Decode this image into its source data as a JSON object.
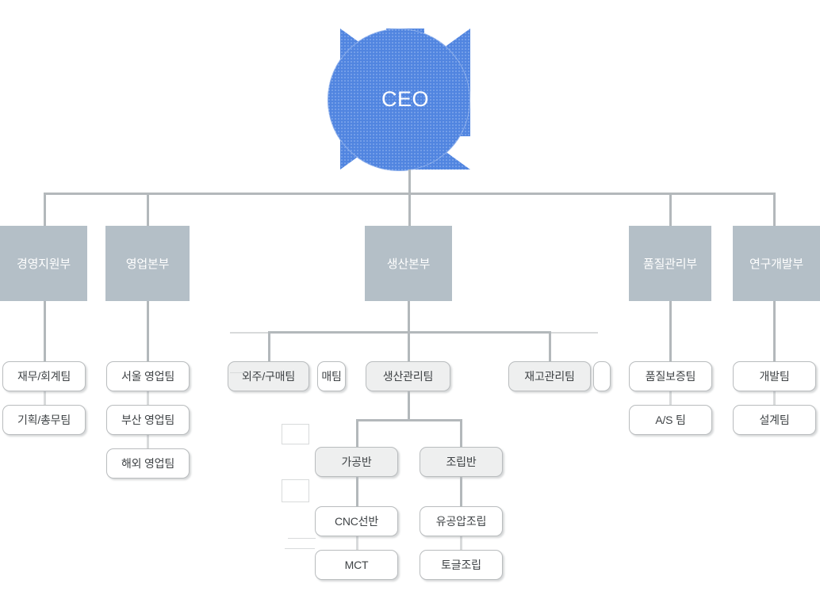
{
  "chart": {
    "type": "org-chart",
    "title": "CEO",
    "colors": {
      "ceo_blue": "#5185e0",
      "division_gray": "#b4bfc7",
      "connector_gray": "#b3b8bb",
      "team_border": "#b9bcbe",
      "team_fill": "#eeefef",
      "team_text": "#3f4346",
      "background": "#ffffff"
    },
    "root": {
      "label": "CEO"
    },
    "divisions": [
      {
        "label": "경영지원부"
      },
      {
        "label": "영업본부"
      },
      {
        "label": "생산본부"
      },
      {
        "label": "품질관리부"
      },
      {
        "label": "연구개발부"
      }
    ],
    "teams": {
      "management_support": [
        {
          "label": "재무/회계팀"
        },
        {
          "label": "기획/총무팀"
        }
      ],
      "sales": [
        {
          "label": "서울 영업팀"
        },
        {
          "label": "부산 영업팀"
        },
        {
          "label": "해외 영업팀"
        }
      ],
      "production": [
        {
          "label": "외주/구매팀"
        },
        {
          "label": "매팀"
        },
        {
          "label": "생산관리팀"
        },
        {
          "label": "재고관리팀"
        }
      ],
      "production_lines": [
        {
          "label": "가공반"
        },
        {
          "label": "조립반"
        }
      ],
      "machining_sub": [
        {
          "label": "CNC선반"
        },
        {
          "label": "MCT"
        }
      ],
      "assembly_sub": [
        {
          "label": "유공압조립"
        },
        {
          "label": "토글조립"
        }
      ],
      "quality": [
        {
          "label": "품질보증팀"
        },
        {
          "label": "A/S 팀"
        }
      ],
      "rnd": [
        {
          "label": "개발팀"
        },
        {
          "label": "설계팀"
        }
      ]
    }
  }
}
